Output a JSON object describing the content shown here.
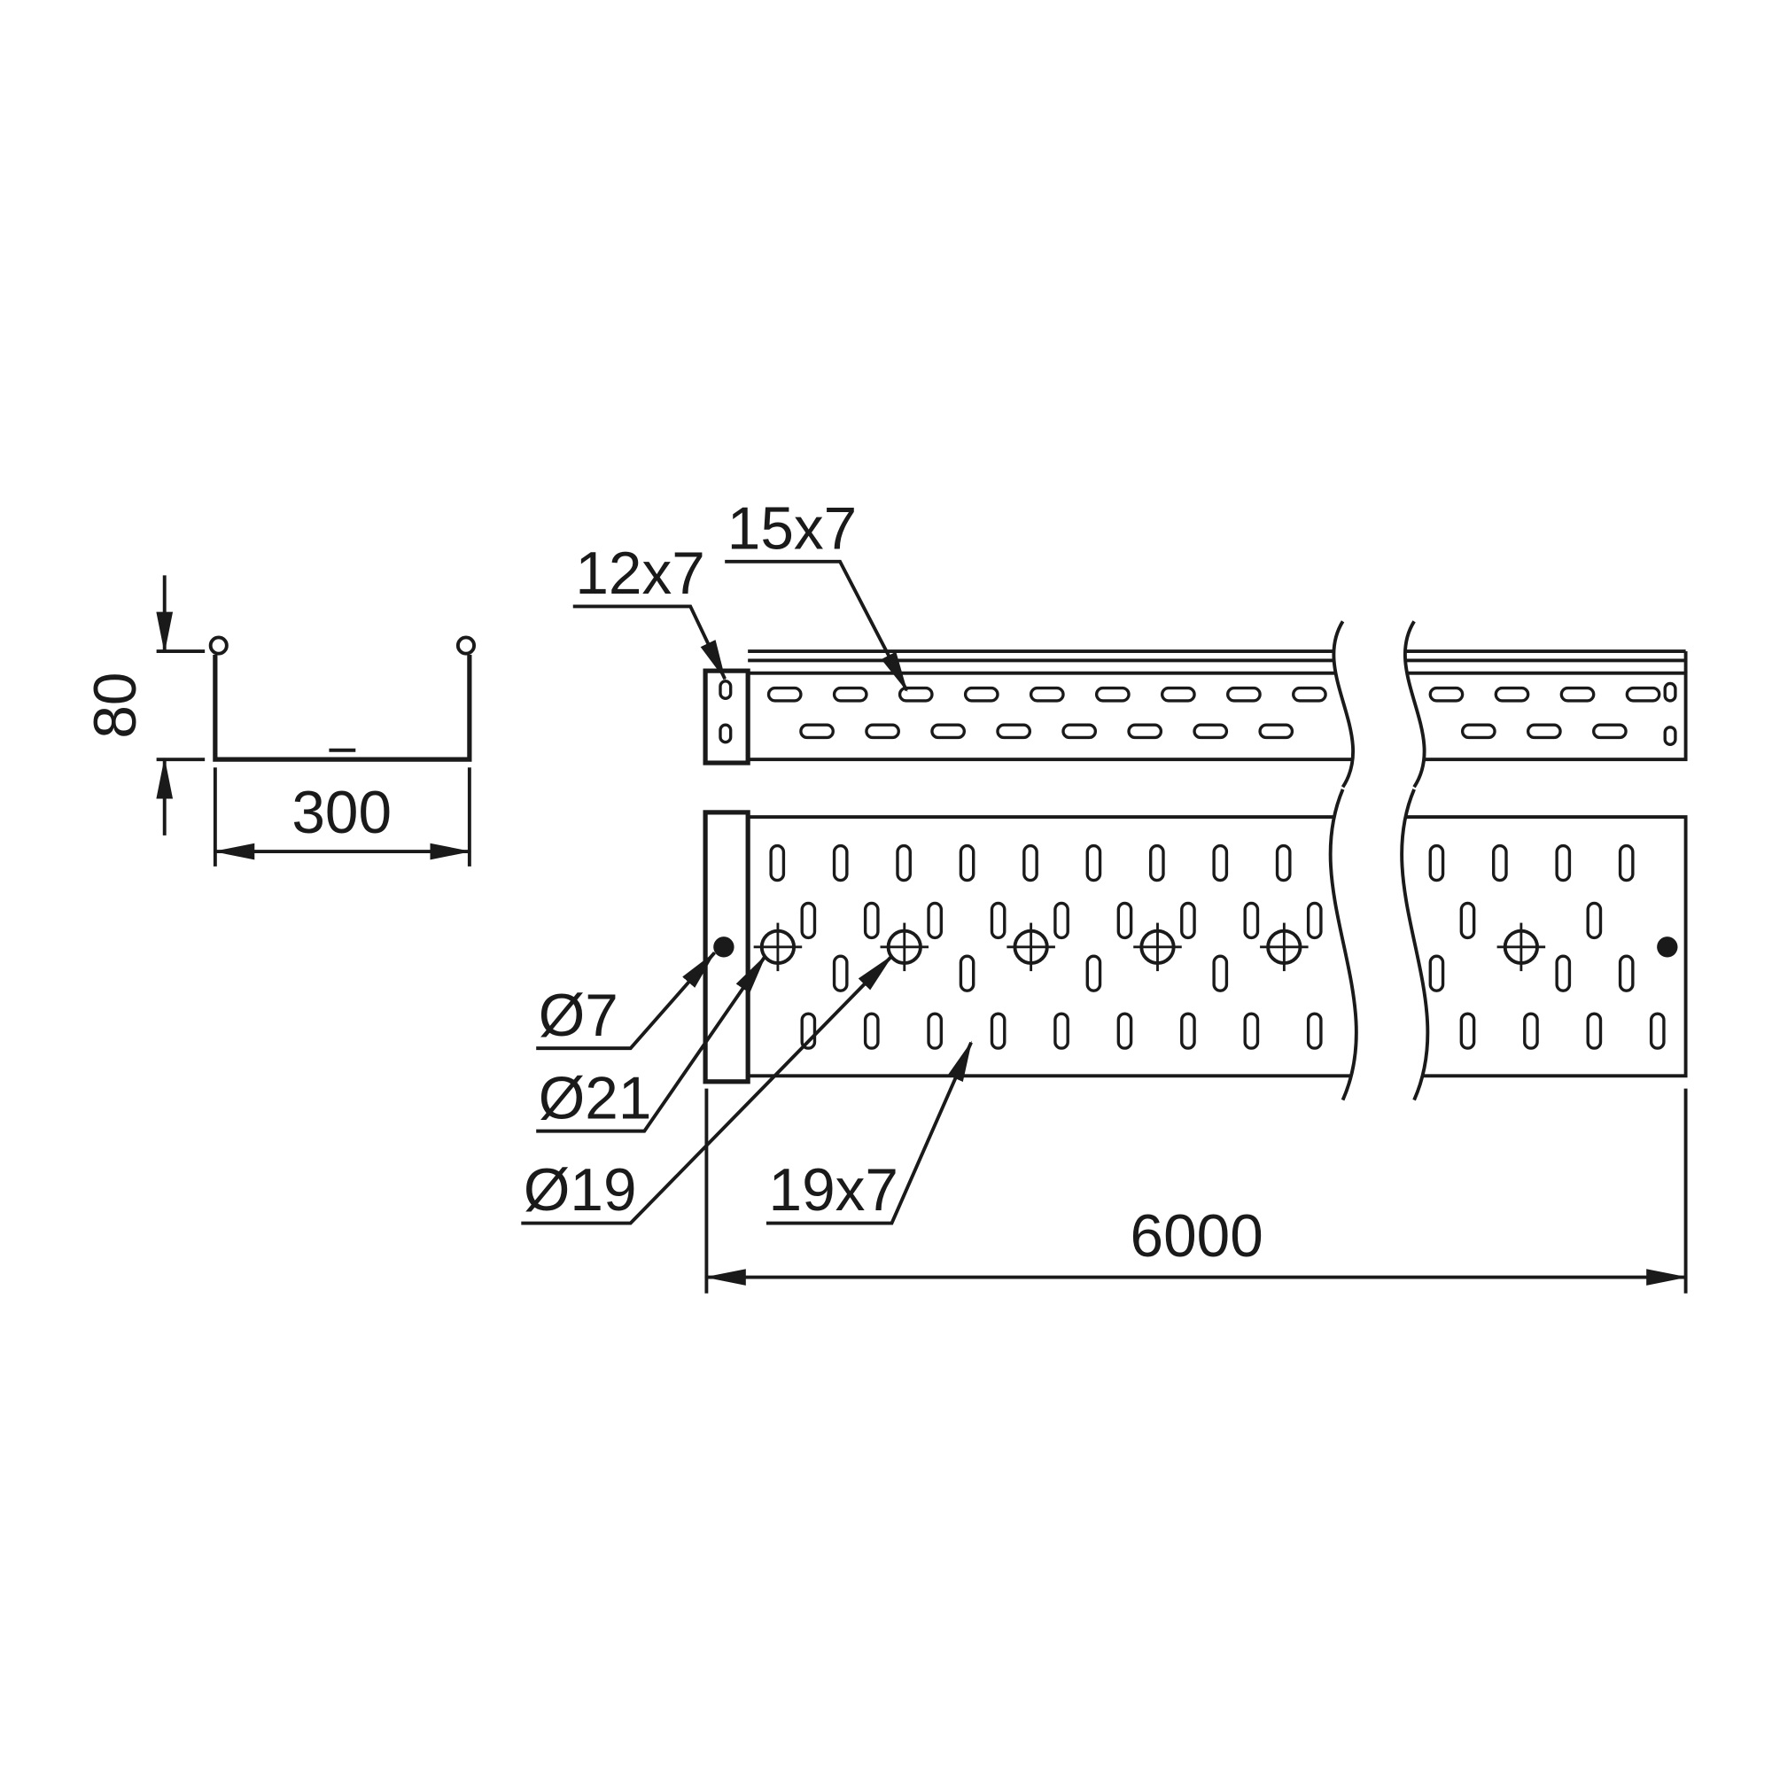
{
  "drawing": {
    "colors": {
      "line": "#1a1a1a",
      "background": "#ffffff"
    },
    "cross_section": {
      "height_label": "80",
      "width_label": "300"
    },
    "side_view": {
      "end_slot_label": "12x7",
      "side_slot_label": "15x7"
    },
    "plan_view": {
      "hole_dia_7_label": "Ø7",
      "hole_dia_21_label": "Ø21",
      "hole_dia_19_label": "Ø19",
      "bottom_slot_label": "19x7",
      "length_label": "6000"
    }
  }
}
